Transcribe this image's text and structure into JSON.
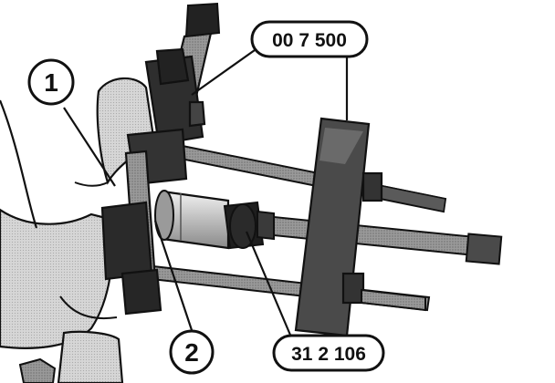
{
  "callouts": {
    "part_1": "1",
    "part_2": "2",
    "tool_00_7_500": "00 7 500",
    "tool_31_2_106": "31 2 106"
  },
  "colors": {
    "ink": "#111111",
    "dark_metal": "#3a3a3a",
    "mid_metal": "#7a7a7a",
    "light_metal": "#c8c8c8",
    "highlight": "#e6e6e6",
    "paper": "#ffffff"
  }
}
